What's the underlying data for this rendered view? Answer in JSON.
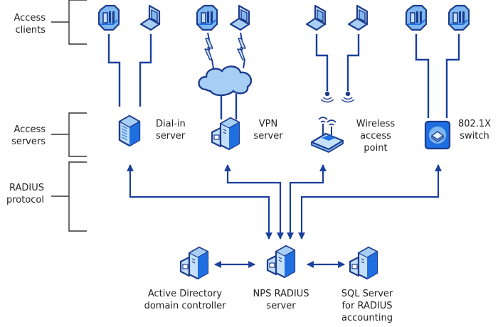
{
  "diagram": {
    "title": "NPS RADIUS deployment",
    "tiers": [
      {
        "id": "access-clients",
        "label": "Access\nclients"
      },
      {
        "id": "access-servers",
        "label": "Access\nservers"
      },
      {
        "id": "radius-protocol",
        "label": "RADIUS\nprotocol"
      }
    ],
    "access_servers": [
      {
        "id": "dial-in-server",
        "label": "Dial-in\nserver",
        "clients": [
          "desktop",
          "laptop"
        ],
        "link": "wired"
      },
      {
        "id": "vpn-server",
        "label": "VPN\nserver",
        "clients": [
          "desktop",
          "laptop"
        ],
        "link": "internet-cloud"
      },
      {
        "id": "wireless-access-point",
        "label": "Wireless\naccess\npoint",
        "clients": [
          "laptop",
          "laptop"
        ],
        "link": "wireless"
      },
      {
        "id": "802-1x-switch",
        "label": "802.1X\nswitch",
        "clients": [
          "desktop",
          "desktop"
        ],
        "link": "wired"
      }
    ],
    "backend": [
      {
        "id": "active-directory",
        "label": "Active Directory\ndomain controller"
      },
      {
        "id": "nps-radius-server",
        "label": "NPS RADIUS\nserver"
      },
      {
        "id": "sql-server",
        "label": "SQL Server\nfor RADIUS\naccounting"
      }
    ],
    "colors": {
      "line": "#1a3f9c",
      "icon_outline": "#1e3c8c",
      "icon_fill": "#7fb8f0",
      "icon_light": "#c5e0fa",
      "icon_dark": "#1f6fe0",
      "bracket": "#333333"
    }
  }
}
